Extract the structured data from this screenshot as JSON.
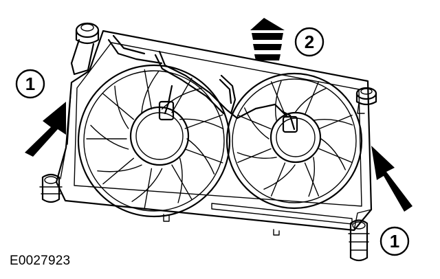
{
  "figure_id": "E0027923",
  "callouts": [
    {
      "label": "1"
    },
    {
      "label": "2"
    },
    {
      "label": "1"
    }
  ]
}
